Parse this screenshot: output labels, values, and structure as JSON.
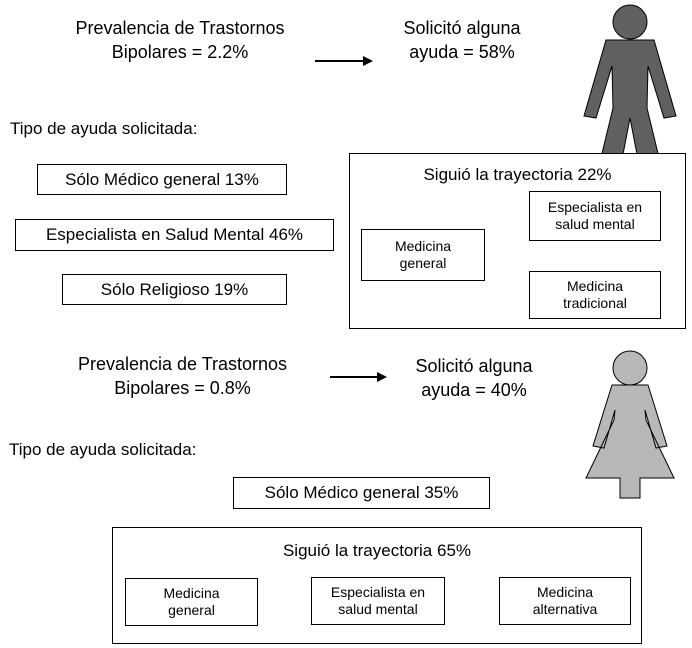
{
  "male": {
    "prevalence": [
      "Prevalencia de Trastornos",
      "Bipolares = 2.2%"
    ],
    "help": [
      "Solicitó alguna",
      "ayuda = 58%"
    ],
    "help_type_label": "Tipo de ayuda solicitada:",
    "options": [
      "Sólo Médico general 13%",
      "Especialista en Salud Mental 46%",
      "Sólo Religioso 19%"
    ],
    "trajectory": {
      "title": "Siguió la trayectoria 22%",
      "medicina_general": [
        "Medicina",
        "general"
      ],
      "especialista": [
        "Especialista en",
        "salud mental"
      ],
      "medicina_tradicional": [
        "Medicina",
        "tradicional"
      ]
    }
  },
  "female": {
    "prevalence": [
      "Prevalencia de Trastornos",
      "Bipolares = 0.8%"
    ],
    "help": [
      "Solicitó alguna",
      "ayuda = 40%"
    ],
    "help_type_label": "Tipo de ayuda solicitada:",
    "options": [
      "Sólo Médico general 35%"
    ],
    "trajectory": {
      "title": "Siguió la trayectoria 65%",
      "medicina_general": [
        "Medicina",
        "general"
      ],
      "especialista": [
        "Especialista en",
        "salud mental"
      ],
      "medicina_alternativa": [
        "Medicina",
        "alternativa"
      ]
    }
  },
  "icons": {
    "male": "male-figure-icon",
    "female": "female-figure-icon"
  },
  "colors": {
    "male_fill": "#606060",
    "female_fill": "#b8b8b8",
    "stroke": "#000000"
  }
}
